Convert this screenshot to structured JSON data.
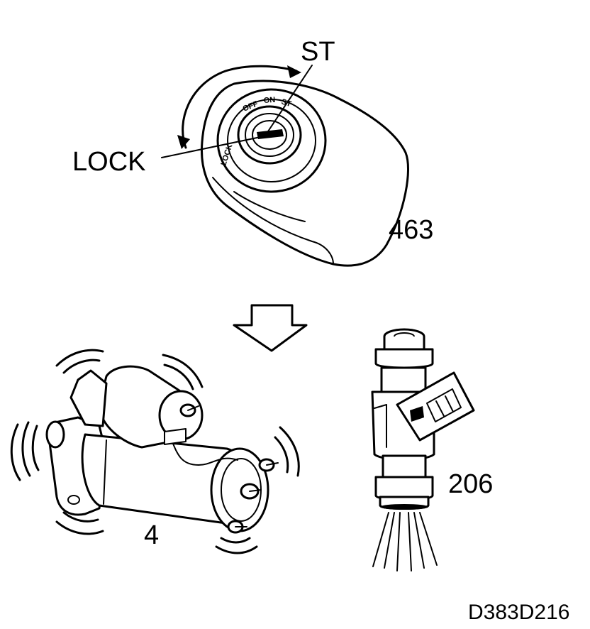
{
  "labels": {
    "st": "ST",
    "lock": "LOCK",
    "ignition_part": "463",
    "starter_part": "4",
    "injector_part": "206",
    "figure_code": "D383D216"
  },
  "switch_ring": {
    "lock": "LOCK",
    "off": "OFF",
    "on": "ON",
    "st": "ST"
  }
}
